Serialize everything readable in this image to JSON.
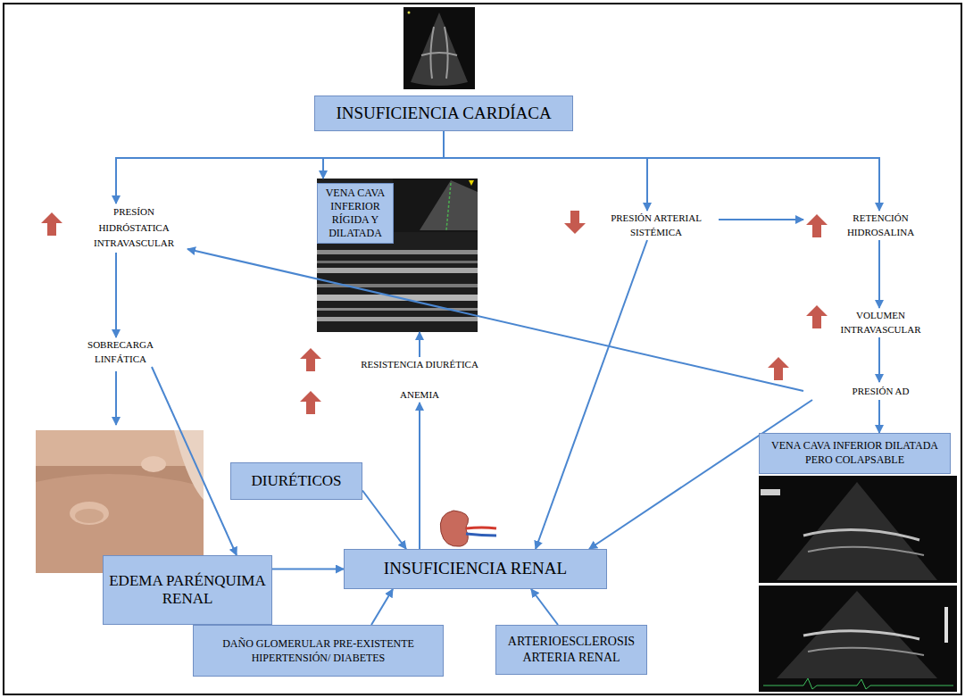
{
  "diagram": {
    "nodes": [
      {
        "text": [
          "INSUFICIENCIA CARDÍACA"
        ]
      },
      {
        "text": [
          "PRESÍON HIDRÓSTATICA INTRAVASCULAR"
        ]
      },
      {
        "text": [
          "VENA CAVA INFERIOR RÍGIDA Y DILATADA"
        ]
      },
      {
        "text": [
          "PRESIÓN ARTERIAL SISTÉMICA"
        ]
      },
      {
        "text": [
          "RETENCIÓN HIDROSALINA"
        ]
      },
      {
        "text": [
          "VOLUMEN INTRAVASCULAR"
        ]
      },
      {
        "text": [
          "SOBRECARGA LINFÁTICA"
        ]
      },
      {
        "text": [
          "RESISTENCIA DIURÉTICA"
        ]
      },
      {
        "text": [
          "ANEMIA"
        ]
      },
      {
        "text": [
          "PRESIÓN AD"
        ]
      },
      {
        "text": [
          "VENA CAVA INFERIOR DILATADA PERO COLAPSABLE"
        ]
      },
      {
        "text": [
          "DIURÉTICOS"
        ]
      },
      {
        "text": [
          "EDEMA PARÉNQUIMA RENAL"
        ]
      },
      {
        "text": [
          "INSUFICIENCIA RENAL"
        ]
      },
      {
        "text": [
          "DAÑO GLOMERULAR PRE-EXISTENTE HIPERTENSIÓN/ DIABETES"
        ]
      },
      {
        "text": [
          "ARTERIOESCLEROSIS ARTERIA RENAL"
        ]
      }
    ],
    "edges": [
      {
        "from": 0,
        "to": 1,
        "arrow": "to"
      },
      {
        "from": 0,
        "to": 2,
        "arrow": "to"
      },
      {
        "from": 0,
        "to": 3,
        "arrow": "to"
      },
      {
        "from": 0,
        "to": 4,
        "arrow": "to"
      },
      {
        "from": 3,
        "to": 4,
        "arrow": "to"
      },
      {
        "from": 4,
        "to": 5,
        "arrow": "to"
      },
      {
        "from": 5,
        "to": 9,
        "arrow": "to"
      },
      {
        "from": 9,
        "to": 10,
        "arrow": "to"
      },
      {
        "from": 9,
        "to": 1,
        "arrow": "to"
      },
      {
        "from": 9,
        "to": 13,
        "arrow": "to"
      },
      {
        "from": 3,
        "to": 13,
        "arrow": "to"
      },
      {
        "from": 1,
        "to": 6,
        "arrow": "to"
      },
      {
        "from": 6,
        "to": 12,
        "arrow": "to"
      },
      {
        "from": 12,
        "to": 13,
        "arrow": "to"
      },
      {
        "from": 11,
        "to": 13,
        "arrow": "to"
      },
      {
        "from": 14,
        "to": 13,
        "arrow": "to"
      },
      {
        "from": 15,
        "to": 13,
        "arrow": "to"
      },
      {
        "from": 13,
        "to": 8,
        "arrow": "to"
      },
      {
        "from": 7,
        "to": 2,
        "arrow": "to"
      }
    ]
  }
}
